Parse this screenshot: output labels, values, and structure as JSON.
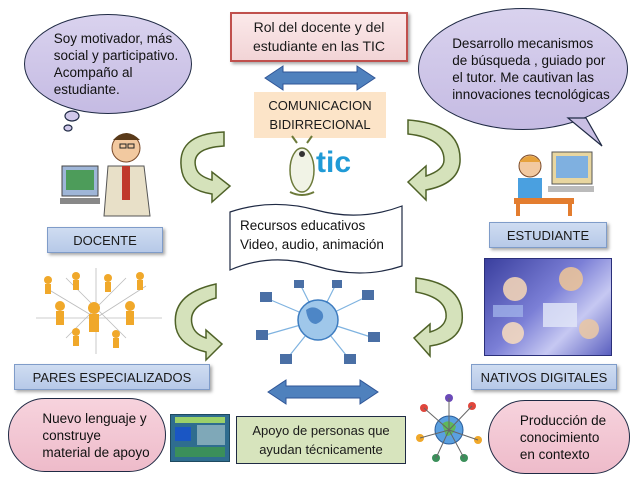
{
  "title": {
    "lines": [
      "Rol del docente y del",
      "estudiante en las TIC"
    ]
  },
  "communication": {
    "lines": [
      "COMUNICACION",
      "BIDIRRECIONAL"
    ]
  },
  "tic_logo": {
    "text": "tic"
  },
  "resources": {
    "lines": [
      "Recursos educativos",
      "Video, audio, animación"
    ]
  },
  "support": {
    "lines": [
      "Apoyo de personas que",
      "ayudan técnicamente"
    ]
  },
  "labels": {
    "docente": "DOCENTE",
    "estudiante": "ESTUDIANTE",
    "pares": "PARES ESPECIALIZADOS",
    "nativos": "NATIVOS DIGITALES"
  },
  "bubbles": {
    "teacher": {
      "lines": [
        "Soy motivador, más",
        "social y participativo.",
        "Acompaño al",
        "estudiante."
      ]
    },
    "student": {
      "lines": [
        "Desarrollo mecanismos",
        "de búsqueda , guiado por",
        "el tutor. Me cautivan las",
        "innovaciones tecnológicas"
      ]
    },
    "language": {
      "lines": [
        "Nuevo lenguaje y",
        "construye",
        "material de apoyo"
      ]
    },
    "knowledge": {
      "lines": [
        "Producción de",
        "conocimiento",
        "en contexto"
      ]
    }
  },
  "colors": {
    "arrow_blue": "#4f81bd",
    "curve_green": "#d5e2bb",
    "title_border": "#c0504d",
    "support_fill": "#d7e4bd"
  },
  "icons": [
    "teacher-icon",
    "student-computer-icon",
    "tic-mascot-icon",
    "people-network-icon",
    "globe-network-icon",
    "digital-natives-collage-icon",
    "learning-screenshot-icon",
    "global-people-icon"
  ]
}
